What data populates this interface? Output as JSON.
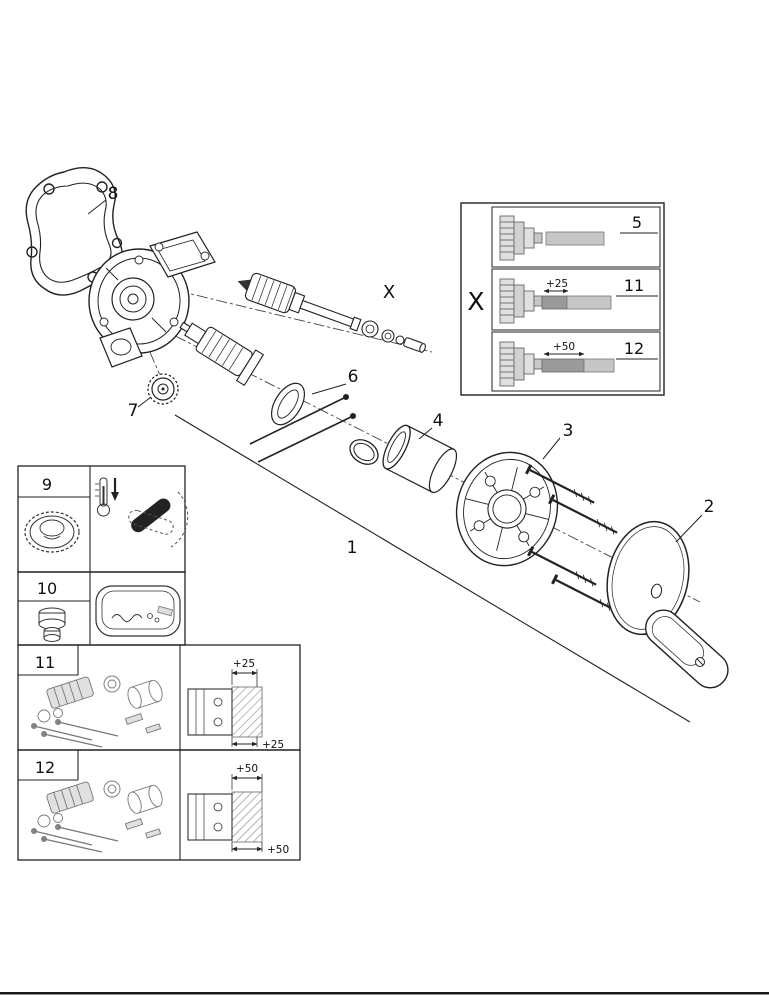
{
  "colors": {
    "line": "#1a1a1a",
    "gray_light": "#c6c6c6",
    "gray_dark": "#9a9a9a",
    "handle_fill": "#222222",
    "background": "#ffffff"
  },
  "callouts": {
    "p1": "1",
    "p2": "2",
    "p3": "3",
    "p4": "4",
    "p6": "6",
    "p7": "7",
    "p8": "8",
    "x": "X"
  },
  "variant_box": {
    "label": "X",
    "rows": [
      {
        "num": "5",
        "dim": ""
      },
      {
        "num": "11",
        "dim": "+25"
      },
      {
        "num": "12",
        "dim": "+50"
      }
    ]
  },
  "insets": {
    "b9": {
      "num": "9"
    },
    "b10": {
      "num": "10"
    },
    "b11": {
      "num": "11",
      "dim_top": "+25",
      "dim_bottom": "+25"
    },
    "b12": {
      "num": "12",
      "dim_top": "+50",
      "dim_bottom": "+50"
    }
  }
}
